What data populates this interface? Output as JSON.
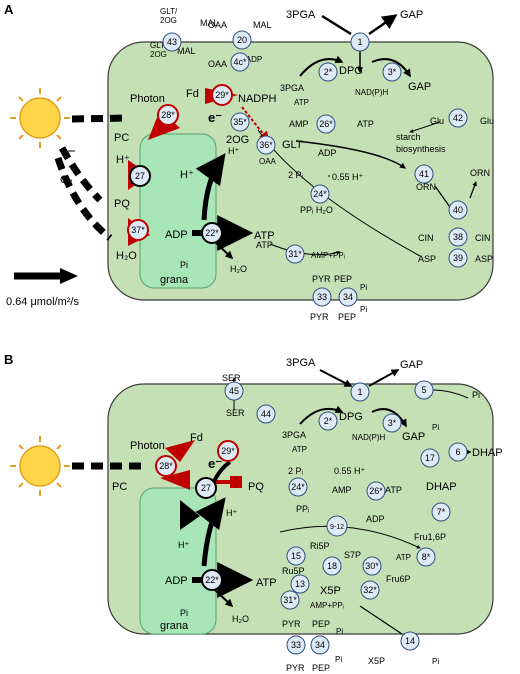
{
  "panel_a": {
    "label": "A",
    "scale_label": "0.64 μmol/m²/s",
    "grana_label": "grana",
    "electron_label": "e⁻",
    "metabolites": {
      "pga": "3PGA",
      "gap_top": "GAP",
      "glt_2og_1": "GLT/",
      "glt_2og_1b": "2OG",
      "glt_2og_2": "GLT/",
      "glt_2og_2b": "2OG",
      "oaa_top": "OAA",
      "mal_top": "MAL",
      "mal_left": "MAL",
      "mal_right": "MAL",
      "oaa_in": "OAA",
      "nadp": "NADP",
      "nadph": "NADPH",
      "fd": "Fd",
      "photon": "Photon",
      "pc": "PC",
      "pq": "PQ",
      "h2o": "H₂O",
      "o2": "O₂",
      "hplus1": "H⁺",
      "hplus2": "H⁺",
      "hplus3": "H⁺",
      "adp": "ADP",
      "pi": "Pi",
      "h2o_b": "H₂O",
      "atp": "ATP",
      "pga_in": "3PGA",
      "atp_in": "ATP",
      "dpg": "DPG",
      "nadph2": "NAD(P)H",
      "gap_in": "GAP",
      "glu_in": "Glu",
      "glu_out": "Glu",
      "starch": "starch",
      "biosyn": "biosynthesis",
      "amp": "AMP",
      "atp2": "ATP",
      "adp2": "ADP",
      "twoog": "2OG",
      "glt": "GLT",
      "oaa2": "OAA",
      "twopi": "2 Pᵢ",
      "h055": "0.55 H⁺",
      "ppi": "PPᵢ H₂O",
      "orn_in": "ORN",
      "orn_out": "ORN",
      "cin_in": "CIN",
      "cin_out": "CIN",
      "asp_in": "ASP",
      "asp_out": "ASP",
      "amppp": "AMP+PPᵢ",
      "pyr": "PYR",
      "pep": "PEP",
      "pi_pep": "Pi",
      "pyr_out": "PYR",
      "pep_out": "PEP",
      "pi_out": "Pi"
    },
    "nodes": [
      "43",
      "20",
      "1",
      "4c*",
      "29*",
      "28*",
      "35*",
      "36*",
      "2*",
      "3*",
      "26*",
      "42",
      "27",
      "24*",
      "41",
      "37*",
      "22*",
      "31*",
      "40",
      "38",
      "39",
      "33",
      "34"
    ]
  },
  "panel_b": {
    "label": "B",
    "grana_label": "grana",
    "electron_label": "e⁻",
    "metabolites": {
      "ser_out": "SER",
      "ser_in": "SER",
      "pga": "3PGA",
      "gap_top": "GAP",
      "pi_top": "Pi",
      "dhap": "DHAP",
      "pga_in": "3PGA",
      "atp_in": "ATP",
      "dpg": "DPG",
      "nadph2": "NAD(P)H",
      "gap_in": "GAP",
      "pi_in": "Pi",
      "fd": "Fd",
      "photon": "Photon",
      "pc": "PC",
      "pq": "PQ",
      "hplus1": "H⁺",
      "hplus2": "H⁺",
      "twopi": "2 Pᵢ",
      "h055": "0.55 H⁺",
      "ppi": "PPᵢ",
      "amp": "AMP",
      "atp2": "ATP",
      "adp2": "ADP",
      "dhap_in": "DHAP",
      "fru16p": "Fru1,6P",
      "ri5p": "Ri5P",
      "ru5p": "Ru5P",
      "s7p": "S7P",
      "atp3": "ATP",
      "fru6p": "Fru6P",
      "x5p": "X5P",
      "adp": "ADP",
      "pi": "Pi",
      "h2o": "H₂O",
      "atp": "ATP",
      "amppp": "AMP+PPᵢ",
      "pyr": "PYR",
      "pep": "PEP",
      "pi_pep": "Pi",
      "pyr_out": "PYR",
      "pep_out": "PEP",
      "pi_out": "Pi",
      "x5p_out": "X5P",
      "pi_14": "Pi"
    },
    "nodes": [
      "45",
      "44",
      "1",
      "5",
      "2*",
      "3*",
      "6",
      "17",
      "29*",
      "28*",
      "27",
      "24*",
      "26*",
      "7*",
      "9-12",
      "15",
      "18",
      "30*",
      "8*",
      "13",
      "32*",
      "22*",
      "31*",
      "33",
      "34",
      "14"
    ]
  },
  "colors": {
    "chloroplast": "#c5e0b4",
    "chloroplast_stroke": "#3a3a3a",
    "grana": "#a8e6b8",
    "grana_stroke": "#5aa06e",
    "sun": "#ffd54a",
    "sun_stroke": "#e0a020",
    "photon_red": "#c00000",
    "node_fill": "#dfeaf7",
    "node_stroke": "#2f4f7f"
  }
}
